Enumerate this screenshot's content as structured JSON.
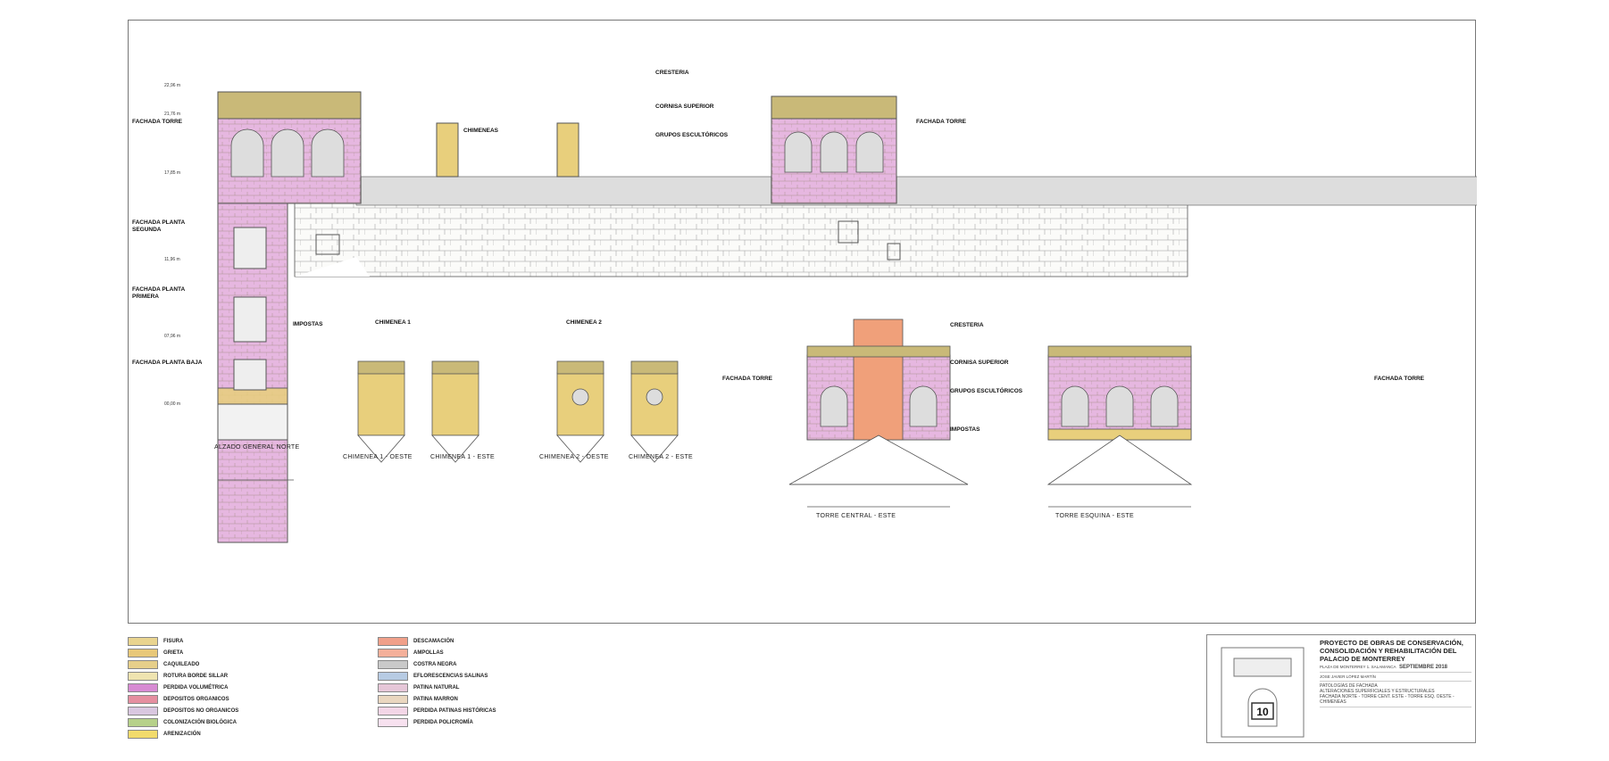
{
  "views": {
    "alzado": "ALZADO GENERAL NORTE",
    "ch1_oeste": "CHIMENEA 1 - OESTE",
    "ch1_este": "CHIMENEA 1 - ESTE",
    "ch2_oeste": "CHIMENEA 2 - OESTE",
    "ch2_este": "CHIMENEA 2 - ESTE",
    "torre_central": "TORRE CENTRAL - ESTE",
    "torre_esquina": "TORRE ESQUINA - ESTE"
  },
  "annotations": {
    "fachada_torre_1": "FACHADA TORRE",
    "fachada_segunda": "FACHADA PLANTA SEGUNDA",
    "fachada_primera": "FACHADA PLANTA PRIMERA",
    "fachada_baja": "FACHADA PLANTA BAJA",
    "impostas": "IMPOSTAS",
    "chimenea1": "CHIMENEA 1",
    "chimenea2": "CHIMENEA 2",
    "chimeneas": "CHIMENEAS",
    "cresteria": "CRESTERIA",
    "cornisa": "CORNISA SUPERIOR",
    "grupos": "GRUPOS ESCULTÓRICOS",
    "fachada_torre_2": "FACHADA TORRE",
    "cresteria_2": "CRESTERIA",
    "cornisa_2": "CORNISA SUPERIOR",
    "grupos_2": "GRUPOS ESCULTÓRICOS",
    "impostas_2": "IMPOSTAS",
    "fachada_torre_3": "FACHADA TORRE",
    "fachada_torre_4": "FACHADA TORRE"
  },
  "levels": [
    "22,96 m",
    "21,76 m",
    "17,85 m",
    "11,96 m",
    "07,96 m",
    "00,00 m"
  ],
  "legend": [
    {
      "name": "FISURA",
      "color": "#e9d48f"
    },
    {
      "name": "GRIETA",
      "color": "#e8c879"
    },
    {
      "name": "CAQUILEADO",
      "color": "#e6cf8a"
    },
    {
      "name": "ROTURA BORDE SILLAR",
      "color": "#efe4b0"
    },
    {
      "name": "PERDIDA VOLUMÉTRICA",
      "color": "#d78bd3"
    },
    {
      "name": "DEPOSITOS ORGANICOS",
      "color": "#e58fa0"
    },
    {
      "name": "DEPOSITOS NO ORGANICOS",
      "color": "#d9c7e0"
    },
    {
      "name": "COLONIZACIÓN BIOLÓGICA",
      "color": "#b6d18a"
    },
    {
      "name": "ARENIZACIÓN",
      "color": "#f2db6c"
    },
    {
      "name": "DESCAMACIÓN",
      "color": "#f0a08a"
    },
    {
      "name": "AMPOLLAS",
      "color": "#f4b09a"
    },
    {
      "name": "COSTRA NEGRA",
      "color": "#c9c9c9"
    },
    {
      "name": "EFLORESCENCIAS SALINAS",
      "color": "#b7cbe3"
    },
    {
      "name": "PATINA NATURAL",
      "color": "#e6c7d8"
    },
    {
      "name": "PATINA MARRON",
      "color": "#ead7c0"
    },
    {
      "name": "PERDIDA PATINAS HISTÓRICAS",
      "color": "#f3d6e7"
    },
    {
      "name": "PERDIDA POLICROMÍA",
      "color": "#f7e1ef"
    }
  ],
  "title_block": {
    "title": "PROYECTO DE OBRAS DE CONSERVACIÓN, CONSOLIDACIÓN Y REHABILITACIÓN DEL PALACIO DE MONTERREY",
    "address": "PLAZA DE MONTERREY 1. SALAMANCA",
    "date": "SEPTIEMBRE 2018",
    "sheet_number": "10",
    "description": "PATOLOGÍAS DE FACHADA\nALTERACIONES SUPERFICIALES Y ESTRUCTURALES\nFACHADA NORTE - TORRE CENT. ESTE - TORRE ESQ. OESTE - CHIMENEAS",
    "author": "JOSE JAVIER LÓPEZ MARTÍN"
  },
  "colors": {
    "pink": "#e6b7e0",
    "stone": "#e9e4d6",
    "ochre": "#e8cf7c",
    "salmon": "#f0a07a",
    "olive": "#b8a56a"
  }
}
